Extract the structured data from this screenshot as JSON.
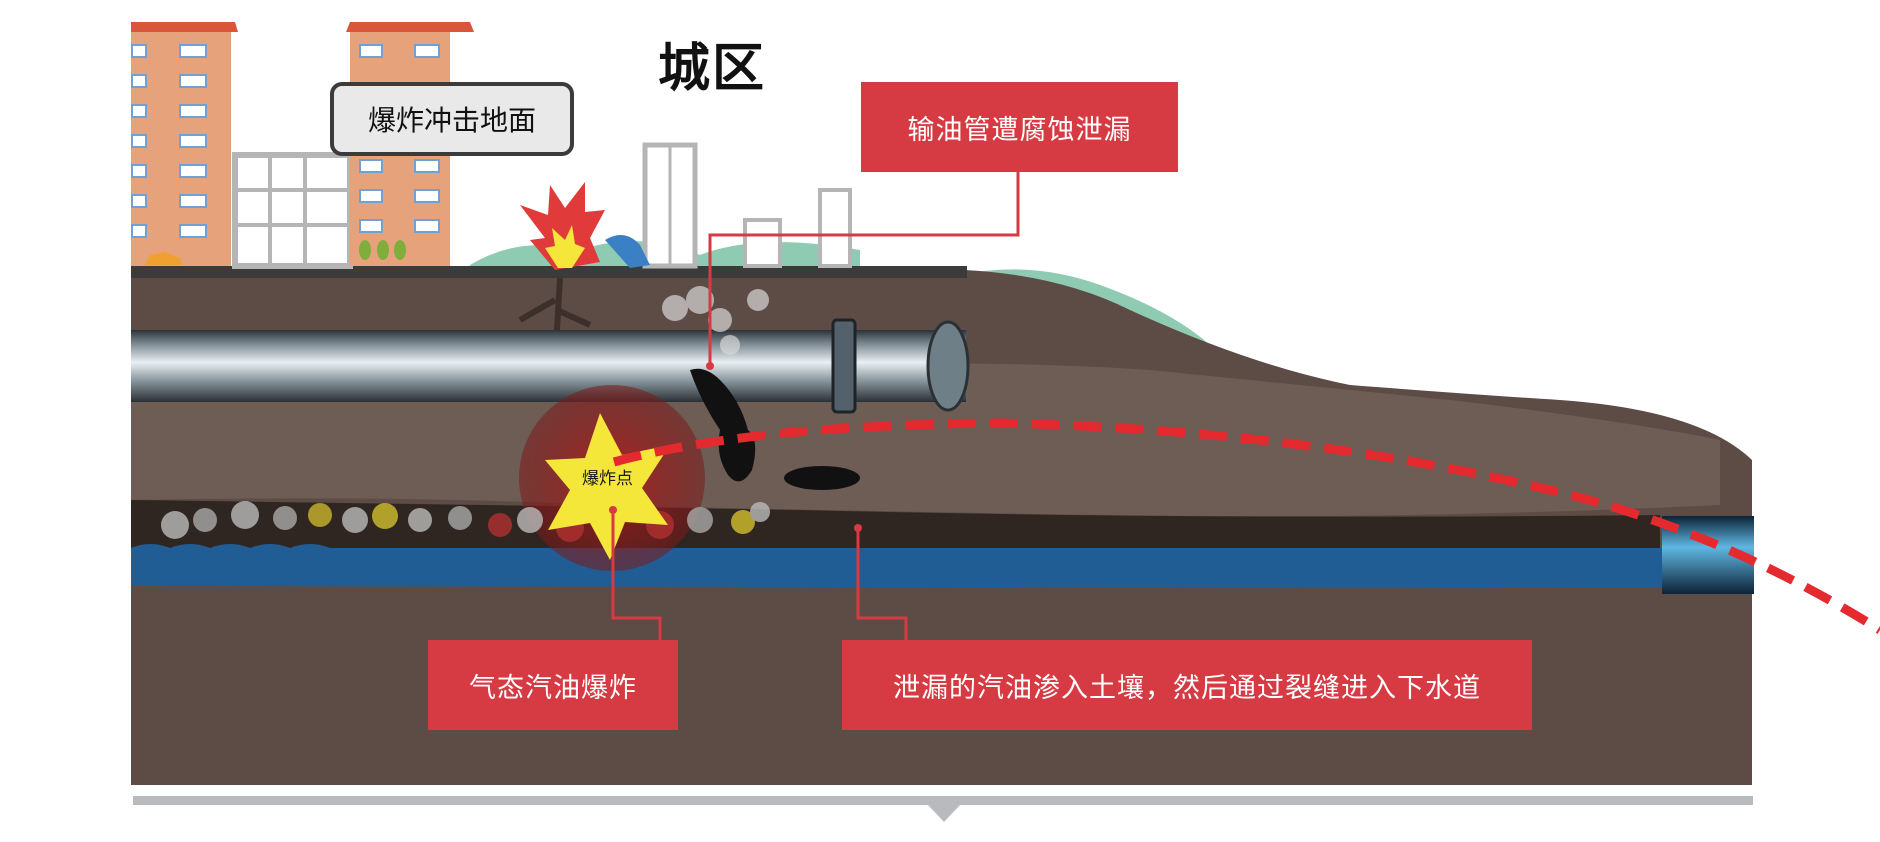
{
  "diagram": {
    "title": "城区",
    "callout_bubble": "爆炸冲击地面",
    "explosion_point_label": "爆炸点",
    "labels": {
      "pipe_leak": "输油管遭腐蚀泄漏",
      "vapor_explosion": "气态汽油爆炸",
      "seepage": "泄漏的汽油渗入土壤，然后通过裂缝进入下水道"
    },
    "colors": {
      "label_red": "#d63a43",
      "soil_dark": "#5a4b44",
      "soil_light": "#6d5c54",
      "water_blue": "#1f5d94",
      "dashed_path": "#e52a2f",
      "explosion_yellow": "#f5e63a",
      "building_orange": "#e6a27a",
      "roof_red": "#d9563a",
      "hill_green": "#8fcbb2"
    },
    "icons": [
      "building-icon",
      "explosion-icon",
      "pipe-icon",
      "car-icon",
      "tree-icon",
      "sewer-pipe-icon"
    ]
  }
}
